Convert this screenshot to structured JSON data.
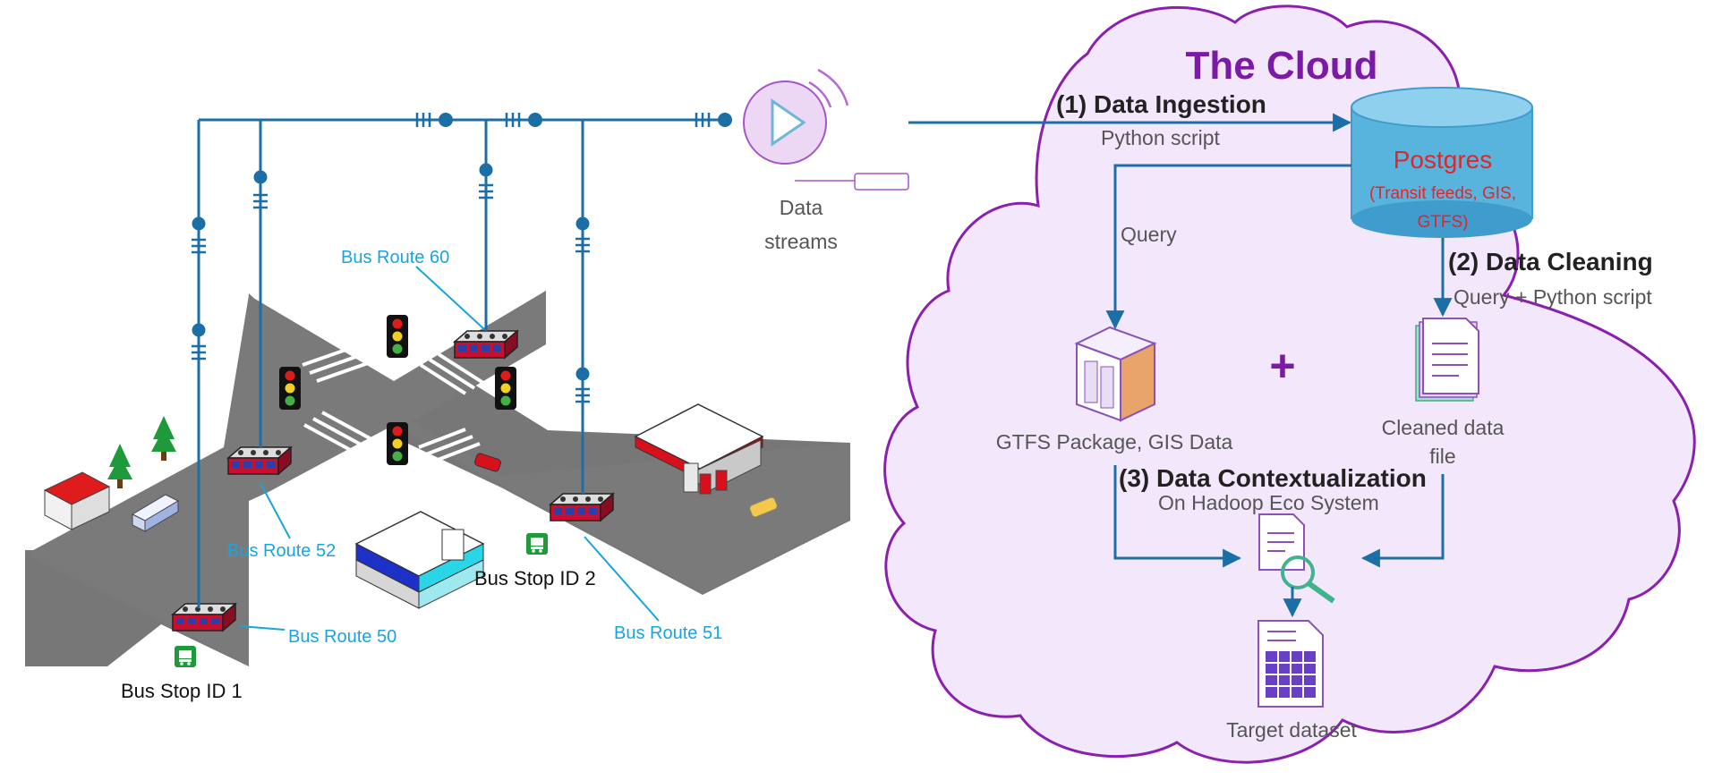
{
  "cloud": {
    "title": "The Cloud",
    "steps": {
      "ingestion": {
        "label": "(1) Data Ingestion",
        "method": "Python script"
      },
      "cleaning": {
        "label": "(2) Data Cleaning",
        "method": "Query + Python script"
      },
      "contextualization": {
        "label": "(3) Data Contextualization",
        "method": "On Hadoop Eco System"
      }
    },
    "database": {
      "name": "Postgres",
      "detail_line1": "(Transit feeds, GIS,",
      "detail_line2": "GTFS)"
    },
    "query_label": "Query",
    "gtfs_package": "GTFS Package, GIS Data",
    "plus_sign": "+",
    "cleaned_file_line1": "Cleaned data",
    "cleaned_file_line2": "file",
    "target": "Target dataset"
  },
  "streams": {
    "line1": "Data",
    "line2": "streams"
  },
  "city": {
    "routes": {
      "r60": "Bus Route 60",
      "r52": "Bus Route 52",
      "r50": "Bus Route 50",
      "r51": "Bus Route 51"
    },
    "stops": {
      "s1": "Bus Stop ID 1",
      "s2": "Bus Stop ID 2"
    }
  },
  "colors": {
    "network": "#1b6fa6",
    "route_label": "#17a5df",
    "cloud_fill": "#f3e8fb",
    "cloud_stroke": "#8a1fb0",
    "accent_purple": "#7a1aa6",
    "road": "#777777",
    "db_blue": "#59b4dd",
    "postgres_text": "#e0262b"
  }
}
